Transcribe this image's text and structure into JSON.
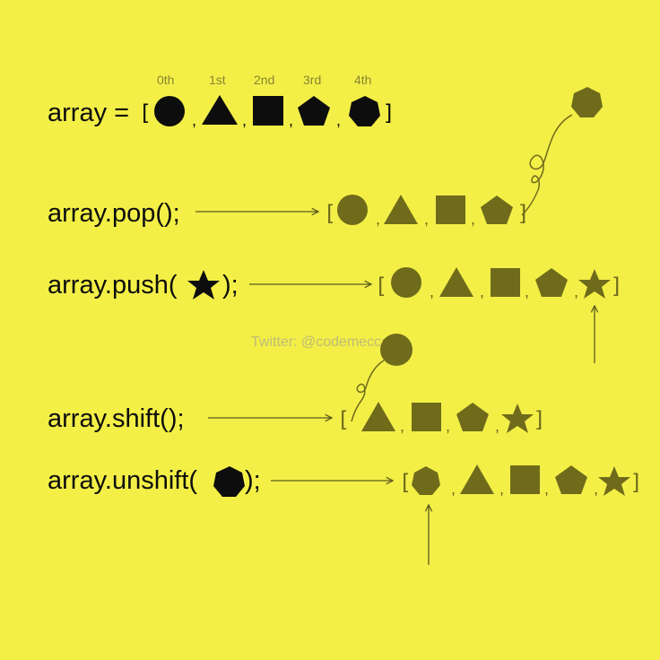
{
  "indices": [
    "0th",
    "1st",
    "2nd",
    "3rd",
    "4th"
  ],
  "lines": {
    "array": "array = ",
    "pop": "array.pop();",
    "push_open": "array.push(",
    "push_close": ");",
    "shift": "array.shift();",
    "unshift_open": "array.unshift(",
    "unshift_close": ");"
  },
  "watermark": "Twitter: @codemecca",
  "colors": {
    "background": "#f3ef47",
    "solid": "#0d0d0d",
    "muted": "#6f6b1b",
    "line": "#5d5a1c"
  },
  "shapes": {
    "original": [
      "circle",
      "triangle",
      "square",
      "pentagon",
      "hexagon"
    ],
    "after_pop": [
      "circle",
      "triangle",
      "square",
      "pentagon"
    ],
    "after_push": [
      "circle",
      "triangle",
      "square",
      "pentagon",
      "star"
    ],
    "after_shift": [
      "triangle",
      "square",
      "pentagon",
      "star"
    ],
    "after_unshift": [
      "hexagon",
      "triangle",
      "square",
      "pentagon",
      "star"
    ]
  }
}
